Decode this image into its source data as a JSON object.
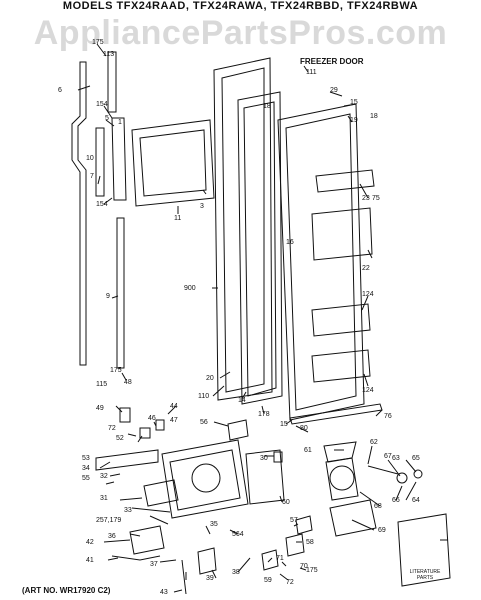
{
  "header": {
    "watermark": "AppliancePartsPros.com",
    "models_line": "MODELS TFX24RAAD, TFX24RAWA, TFX24RBBD, TFX24RBWA",
    "section_title": "FREEZER DOOR"
  },
  "footer": {
    "art_number": "(ART NO. WR17920 C2)",
    "literature_label": "LITERATURE PARTS"
  },
  "callouts": [
    {
      "id": "c175a",
      "label": "175"
    },
    {
      "id": "c113",
      "label": "113"
    },
    {
      "id": "c6",
      "label": "6"
    },
    {
      "id": "c154a",
      "label": "154"
    },
    {
      "id": "c5",
      "label": "5"
    },
    {
      "id": "c1",
      "label": "1"
    },
    {
      "id": "c10",
      "label": "10"
    },
    {
      "id": "c7",
      "label": "7"
    },
    {
      "id": "c154b",
      "label": "154"
    },
    {
      "id": "c3",
      "label": "3"
    },
    {
      "id": "c11",
      "label": "11"
    },
    {
      "id": "c111",
      "label": "111"
    },
    {
      "id": "c18a",
      "label": "18"
    },
    {
      "id": "c29",
      "label": "29"
    },
    {
      "id": "c15a",
      "label": "15"
    },
    {
      "id": "c19",
      "label": "19"
    },
    {
      "id": "c18b",
      "label": "18"
    },
    {
      "id": "c23",
      "label": "23"
    },
    {
      "id": "c75",
      "label": "75"
    },
    {
      "id": "c16",
      "label": "16"
    },
    {
      "id": "c22",
      "label": "22"
    },
    {
      "id": "c9",
      "label": "9"
    },
    {
      "id": "c900",
      "label": "900"
    },
    {
      "id": "c124a",
      "label": "124"
    },
    {
      "id": "c124b",
      "label": "124"
    },
    {
      "id": "c175b",
      "label": "175"
    },
    {
      "id": "c115",
      "label": "115"
    },
    {
      "id": "c48",
      "label": "48"
    },
    {
      "id": "c20",
      "label": "20"
    },
    {
      "id": "c110",
      "label": "110"
    },
    {
      "id": "c14",
      "label": "14"
    },
    {
      "id": "c178",
      "label": "178"
    },
    {
      "id": "c15b",
      "label": "15"
    },
    {
      "id": "c76",
      "label": "76"
    },
    {
      "id": "c49",
      "label": "49"
    },
    {
      "id": "c44",
      "label": "44"
    },
    {
      "id": "c46",
      "label": "46"
    },
    {
      "id": "c47",
      "label": "47"
    },
    {
      "id": "c72a",
      "label": "72"
    },
    {
      "id": "c52",
      "label": "52"
    },
    {
      "id": "c56",
      "label": "56"
    },
    {
      "id": "c80",
      "label": "80"
    },
    {
      "id": "c61",
      "label": "61"
    },
    {
      "id": "c62",
      "label": "62"
    },
    {
      "id": "c67",
      "label": "67"
    },
    {
      "id": "c30",
      "label": "30"
    },
    {
      "id": "c53",
      "label": "53"
    },
    {
      "id": "c34",
      "label": "34"
    },
    {
      "id": "c32",
      "label": "32"
    },
    {
      "id": "c55",
      "label": "55"
    },
    {
      "id": "c63",
      "label": "63"
    },
    {
      "id": "c65",
      "label": "65"
    },
    {
      "id": "c31",
      "label": "31"
    },
    {
      "id": "c60",
      "label": "60"
    },
    {
      "id": "c66",
      "label": "66"
    },
    {
      "id": "c64",
      "label": "64"
    },
    {
      "id": "c33",
      "label": "33"
    },
    {
      "id": "c68",
      "label": "68"
    },
    {
      "id": "c257",
      "label": "257,179"
    },
    {
      "id": "c35",
      "label": "35"
    },
    {
      "id": "c564",
      "label": "564"
    },
    {
      "id": "c57",
      "label": "57"
    },
    {
      "id": "c69",
      "label": "69"
    },
    {
      "id": "c42",
      "label": "42"
    },
    {
      "id": "c36",
      "label": "36"
    },
    {
      "id": "c58",
      "label": "58"
    },
    {
      "id": "c41",
      "label": "41"
    },
    {
      "id": "c37",
      "label": "37"
    },
    {
      "id": "c39",
      "label": "39"
    },
    {
      "id": "c38",
      "label": "38"
    },
    {
      "id": "c71",
      "label": "71"
    },
    {
      "id": "c70",
      "label": "70"
    },
    {
      "id": "c72b",
      "label": "72"
    },
    {
      "id": "c175c",
      "label": "175"
    },
    {
      "id": "c59",
      "label": "59"
    },
    {
      "id": "c43",
      "label": "43"
    }
  ]
}
